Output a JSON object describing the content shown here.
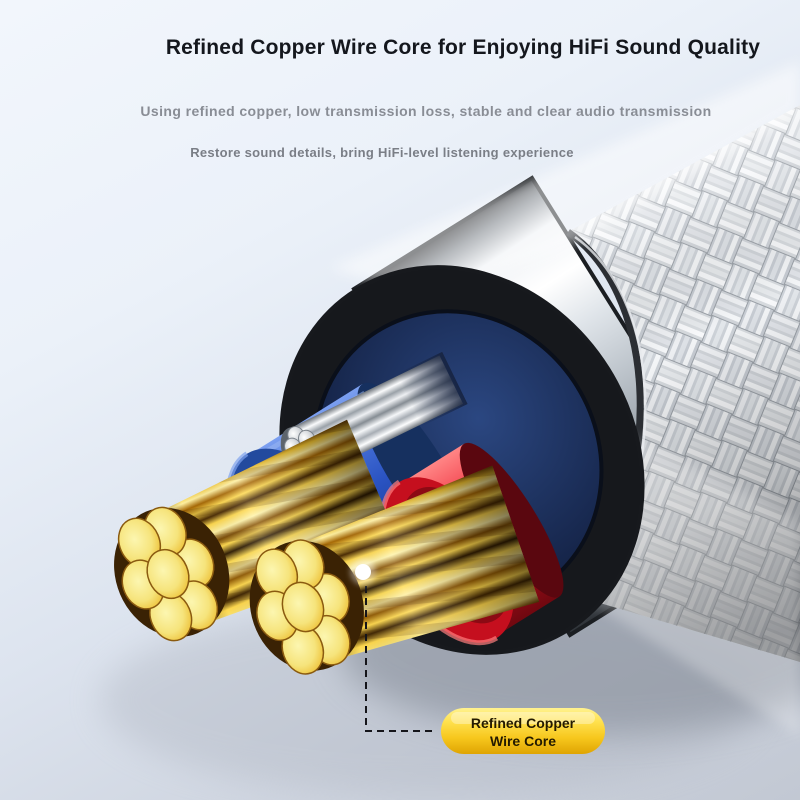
{
  "header": {
    "title": "Refined Copper Wire Core for Enjoying HiFi Sound Quality",
    "subtitle_1": "Using refined copper, low transmission loss, stable and clear audio transmission",
    "subtitle_2": "Restore sound details, bring HiFi-level listening experience"
  },
  "callout": {
    "label_line_1": "Refined Copper",
    "label_line_2": "Wire Core",
    "badge_color_top": "#FFF290",
    "badge_color_bottom": "#DFA402",
    "label_text_color": "#241A00",
    "marker_dot_color": "#FFFFFF",
    "dash_line_color": "#15151A"
  },
  "illustration_colors": {
    "background_top_left": "#F2F6FC",
    "background_bottom": "#C2C8D3",
    "title_text": "#14171D",
    "subtitle_text": "#898D95",
    "braided_shield_silver": "#C6CBD2",
    "outer_jacket_white": "#EDF1F5",
    "inner_sheath_navy": "#1A2C55",
    "blue_wire_insulation": "#2A53C2",
    "green_inner_layer": "#17775A",
    "red_wire_insulation": "#D91525",
    "ground_strands_silver": "#EEF0F3",
    "copper_wire": "#FFD94E",
    "copper_cut_face": "#F6E47C"
  }
}
